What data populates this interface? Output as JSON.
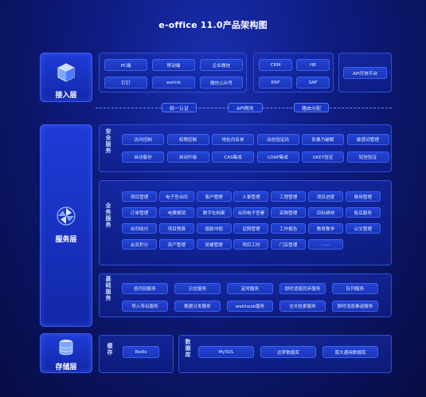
{
  "title": "e-office 11.0产品架构图",
  "layers": {
    "access": "接入层",
    "service": "服务层",
    "storage": "存储层"
  },
  "access": {
    "group1": [
      "PC端",
      "移动端",
      "企业微信",
      "钉钉",
      "welink",
      "微信公众号"
    ],
    "group2": [
      "CRM",
      "HR",
      "ERP",
      "SAP"
    ],
    "group3": [
      "API开放平台"
    ]
  },
  "gateway": [
    "统一认证",
    "API网关",
    "路由分配"
  ],
  "security": {
    "label": "安全服务",
    "items": [
      "访问控制",
      "权限控制",
      "地址白名单",
      "动态验证码",
      "防暴力破解",
      "敏感词管理",
      "自动备份",
      "自动升级",
      "CAS集成",
      "LDAP集成",
      "UKEY验证",
      "短信验证"
    ]
  },
  "business": {
    "label": "业务服务",
    "items": [
      "项目管理",
      "电子签合同",
      "客户管理",
      "人事管理",
      "工程管理",
      "项目进度",
      "费用管理",
      "订单管理",
      "电票报销",
      "数字化档案",
      "合同电子签署",
      "采购管理",
      "目标绩效",
      "售后服务",
      "合同收付",
      "项目预算",
      "借款冲销",
      "证照管理",
      "工作报告",
      "教育教学",
      "公文管理",
      "会员积分",
      "资产管理",
      "党建管理",
      "项目工时",
      "门店管理",
      "……"
    ]
  },
  "basic": {
    "label": "基础服务",
    "items": [
      "低代码服务",
      "日志服务",
      "定时服务",
      "即时消息同步服务",
      "队列服务",
      "导入导出服务",
      "数据分发服务",
      "webhook服务",
      "全文检索服务",
      "即时消息推送服务"
    ]
  },
  "cache": {
    "label": "缓存",
    "items": [
      "Redis"
    ]
  },
  "database": {
    "label": "数据库",
    "items": [
      "MySQL",
      "达梦数据库",
      "南大通用数据库"
    ]
  }
}
